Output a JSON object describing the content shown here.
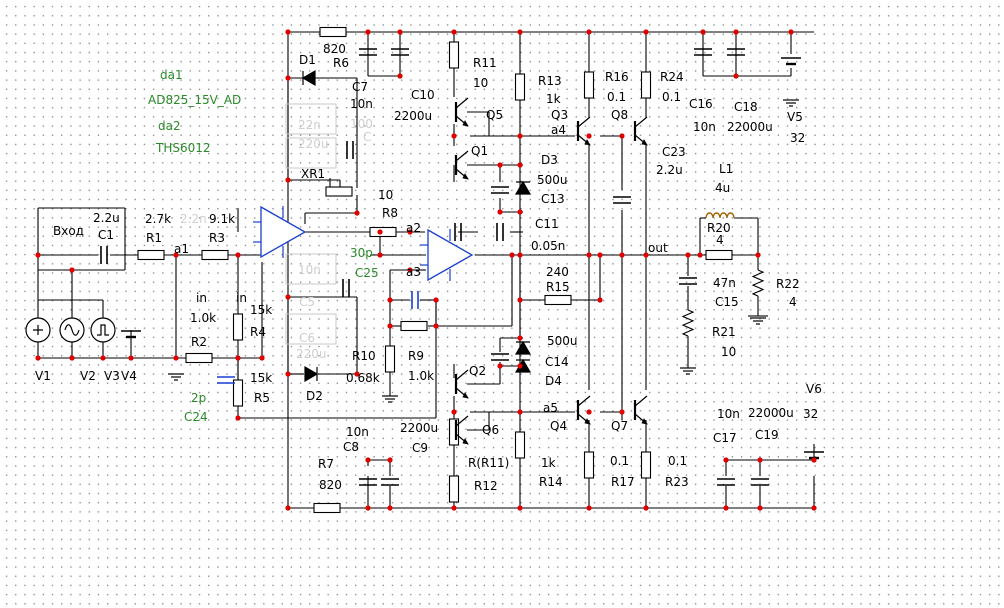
{
  "colors": {
    "wire": "#000000",
    "junction": "#e00000",
    "opamp": "#1a3fd0",
    "annotation": "#2a8a2a",
    "faded": "#c8c8c8",
    "probe": "#a06000"
  },
  "labels": {
    "da1": "da1",
    "da1_model": "AD825_15V_AD",
    "da2": "da2",
    "da2_model": "THS6012",
    "R6": "R6",
    "R6_val": "820",
    "D1": "D1",
    "C7": "C7",
    "C7_val": "10n",
    "C10": "C10",
    "C10_val": "2200u",
    "R11": "R11",
    "R11_val": "10",
    "R13": "R13",
    "R13_val": "1k",
    "R16": "R16",
    "R16_val": "0.1",
    "R24": "R24",
    "R24_val": "0.1",
    "Q5": "Q5",
    "Q3": "Q3",
    "a4": "a4",
    "Q8": "Q8",
    "C16": "C16",
    "C16_val": "10n",
    "C18": "C18",
    "C18_val": "22000u",
    "V5": "V5",
    "V5_val": "32",
    "Q1": "Q1",
    "D3": "D3",
    "C23": "C23",
    "C23_val": "2.2u",
    "XR1": "XR1",
    "XR1_val": "10",
    "C13": "C13",
    "C13_val": "500u",
    "L1": "L1",
    "L1_val": "4u",
    "R8": "R8",
    "C1_val": "2.2u",
    "C1": "C1",
    "input": "Вход",
    "R1_val": "2.7k",
    "R1": "R1",
    "R3_val": "9.1k",
    "R3": "R3",
    "a1": "a1",
    "a2": "a2",
    "a3": "a3",
    "C11": "C11",
    "C11_val": "0.05n",
    "out": "out",
    "R20": "R20",
    "R20_val": "4",
    "C25_val": "30p",
    "C25": "C25",
    "R15_val": "240",
    "R15": "R15",
    "C15_val": "47n",
    "C15": "C15",
    "R22": "R22",
    "R22_val": "4",
    "in1": "in",
    "in2": "in",
    "R4_val": "15k",
    "R4": "R4",
    "R2_val": "1.0k",
    "R2": "R2",
    "R21": "R21",
    "R21_val": "10",
    "C14_val": "500u",
    "C14": "C14",
    "R10": "R10",
    "R10_val": "0.68k",
    "R9": "R9",
    "R9_val": "1.0k",
    "Q2": "Q2",
    "D4": "D4",
    "V1": "V1",
    "V2": "V2",
    "V3": "V3",
    "V4": "V4",
    "R5_val": "15k",
    "R5": "R5",
    "D2": "D2",
    "C24_val": "2p",
    "C24": "C24",
    "a5": "a5",
    "Q4": "Q4",
    "Q7": "Q7",
    "V6": "V6",
    "V6_val": "32",
    "C17_val": "10n",
    "C19_val": "22000u",
    "C17": "C17",
    "C19": "C19",
    "Q6": "Q6",
    "R_R11": "R(R11)",
    "R7": "R7",
    "R7_val": "820",
    "C8_val": "10n",
    "C8": "C8",
    "C9_val": "2200u",
    "C9": "C9",
    "R12": "R12",
    "R14_val": "1k",
    "R14": "R14",
    "R17_val": "0.1",
    "R17": "R17",
    "R23_val": "0.1",
    "R23": "R23"
  },
  "faded_labels": {
    "c4_val": "22n",
    "c3_val": "220u",
    "c_val_100": "100",
    "c_name": "C",
    "c2_val": "2.2n",
    "c5": "C5",
    "c5_val": "10n",
    "c6": "C6",
    "c6_val": "220u"
  }
}
